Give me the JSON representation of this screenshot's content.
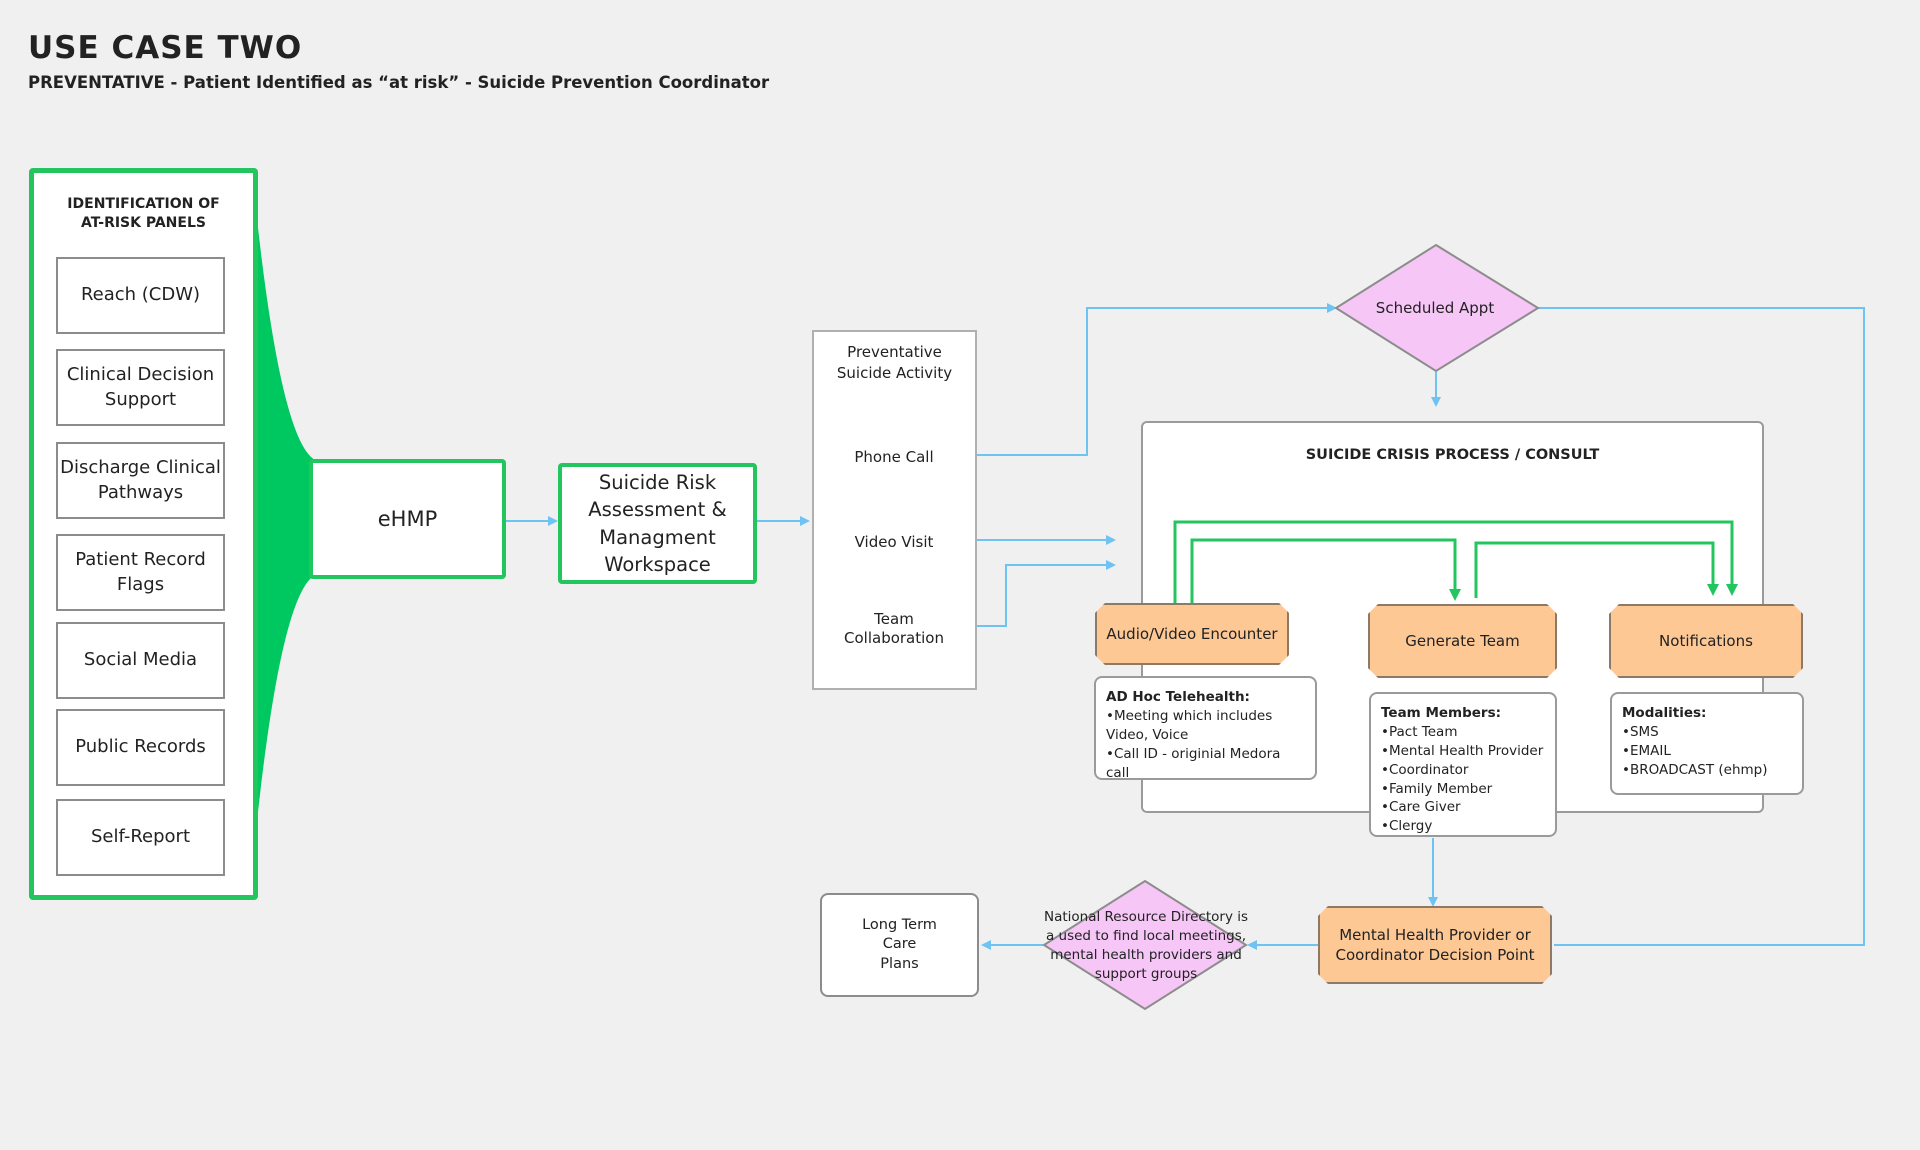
{
  "header": {
    "title": "USE CASE TWO",
    "subtitle": "PREVENTATIVE - Patient Identified as “at risk” - Suicide Prevention Coordinator"
  },
  "panels": {
    "heading_line1": "IDENTIFICATION OF",
    "heading_line2": "AT-RISK PANELS",
    "items": [
      "Reach (CDW)",
      "Clinical Decision Support",
      "Discharge Clinical Pathways",
      "Patient Record Flags",
      "Social Media",
      "Public Records",
      "Self-Report"
    ]
  },
  "ehmp": {
    "label": "eHMP"
  },
  "workspace": {
    "label": "Suicide Risk Assessment & Managment Workspace"
  },
  "activity": {
    "title": "Preventative Suicide Activity",
    "phone_call": "Phone Call",
    "video_visit": "Video Visit",
    "team_collab": "Team Collaboration"
  },
  "scheduled": {
    "label": "Scheduled Appt"
  },
  "crisis": {
    "title": "SUICIDE CRISIS PROCESS / CONSULT",
    "audio_video": "Audio/Video Encounter",
    "generate_team": "Generate Team",
    "notifications": "Notifications",
    "adhoc": {
      "heading": "AD Hoc Telehealth:",
      "items": [
        "Meeting which includes Video, Voice",
        "Call ID - originial Medora call"
      ]
    },
    "team_members": {
      "heading": "Team Members:",
      "items": [
        "Pact Team",
        "Mental Health Provider",
        "Coordinator",
        "Family Member",
        "Care Giver",
        "Clergy"
      ]
    },
    "modalities": {
      "heading": "Modalities:",
      "items": [
        "SMS",
        "EMAIL",
        "BROADCAST (ehmp)"
      ]
    }
  },
  "decision": {
    "label": "Mental Health Provider or Coordinator Decision Point"
  },
  "directory": {
    "label": "National Resource Directory is a used to find local meetings, mental health providers and support groups"
  },
  "longterm": {
    "label": "Long Term Care Plans"
  },
  "colors": {
    "green": "#22c55e",
    "blue_arrow": "#6ec3f2",
    "pink": "#f6c6f6",
    "orange": "#fdc894"
  }
}
